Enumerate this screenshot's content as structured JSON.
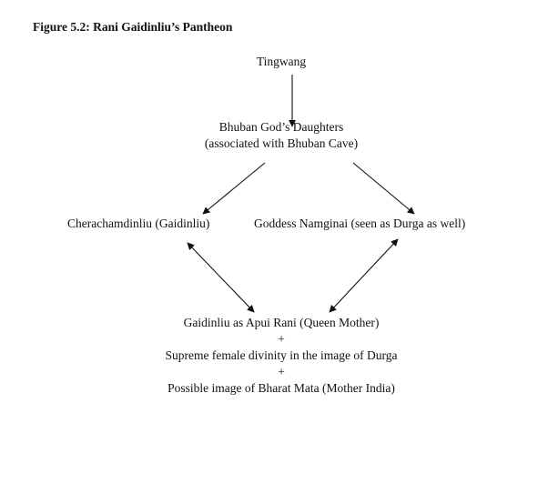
{
  "figure": {
    "title": "Figure 5.2: Rani Gaidinliu’s Pantheon"
  },
  "nodes": {
    "tingwang": "Tingwang",
    "bhuban": {
      "line1": "Bhuban God’s Daughters",
      "line2": "(associated with Bhuban Cave)"
    },
    "cherachamdinliu": "Cherachamdinliu (Gaidinliu)",
    "namginai": "Goddess Namginai (seen as Durga as well)",
    "apui": {
      "line1": "Gaidinliu as Apui Rani (Queen Mother)",
      "plus1": "+",
      "line2": "Supreme female divinity in the image of Durga",
      "plus2": "+",
      "line3": "Possible image of Bharat Mata (Mother India)"
    }
  },
  "edges": [
    {
      "from": "tingwang",
      "to": "bhuban",
      "direction": "forward"
    },
    {
      "from": "bhuban",
      "to": "cherachamdinliu",
      "direction": "forward"
    },
    {
      "from": "bhuban",
      "to": "namginai",
      "direction": "forward"
    },
    {
      "from": "cherachamdinliu",
      "to": "apui",
      "direction": "both"
    },
    {
      "from": "namginai",
      "to": "apui",
      "direction": "both"
    }
  ]
}
